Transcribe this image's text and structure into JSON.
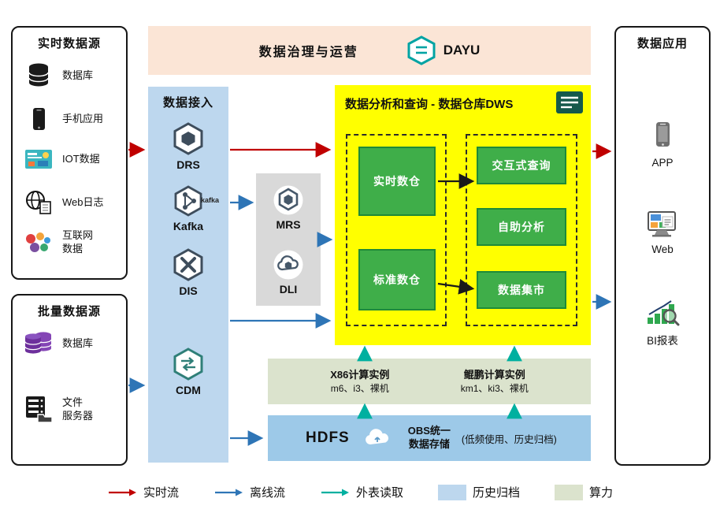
{
  "banner": {
    "title": "数据治理与运营",
    "product": "DAYU",
    "icon": "dayu-icon"
  },
  "realtime_sources": {
    "title": "实时数据源",
    "items": [
      {
        "label": "数据库",
        "icon": "database-icon"
      },
      {
        "label": "手机应用",
        "icon": "smartphone-icon"
      },
      {
        "label": "IOT数据",
        "icon": "iot-icon"
      },
      {
        "label": "Web日志",
        "icon": "globe-document-icon"
      },
      {
        "label": "互联网\n数据",
        "icon": "internet-data-icon"
      }
    ]
  },
  "batch_sources": {
    "title": "批量数据源",
    "items": [
      {
        "label": "数据库",
        "icon": "database-purple-icon"
      },
      {
        "label": "文件\n服务器",
        "icon": "file-server-icon"
      }
    ]
  },
  "ingestion": {
    "title": "数据接入",
    "items": [
      {
        "label": "DRS",
        "icon": "drs-hexagon-icon"
      },
      {
        "label": "Kafka",
        "note": "kafka",
        "icon": "kafka-hexagon-icon"
      },
      {
        "label": "DIS",
        "icon": "dis-hexagon-icon"
      },
      {
        "label": "CDM",
        "icon": "cdm-hexagon-icon"
      }
    ]
  },
  "processing": {
    "items": [
      {
        "label": "MRS",
        "icon": "mrs-hexagon-icon"
      },
      {
        "label": "DLI",
        "icon": "dli-cloud-icon"
      }
    ]
  },
  "dws": {
    "title": "数据分析和查询 - 数据仓库DWS",
    "icon": "document-icon",
    "warehouses": [
      {
        "label": "实时数仓"
      },
      {
        "label": "标准数仓"
      }
    ],
    "services": [
      {
        "label": "交互式查询"
      },
      {
        "label": "自助分析"
      },
      {
        "label": "数据集市"
      }
    ]
  },
  "compute": {
    "x86_title": "X86计算实例",
    "x86_sub": "m6、i3、裸机",
    "kunpeng_title": "鲲鹏计算实例",
    "kunpeng_sub": "km1、ki3、裸机"
  },
  "storage": {
    "hdfs": "HDFS",
    "obs": "OBS统一\n数据存储",
    "note": "(低频使用、历史归档)",
    "icon": "obs-cloud-icon"
  },
  "applications": {
    "title": "数据应用",
    "items": [
      {
        "label": "APP",
        "icon": "smartphone-icon"
      },
      {
        "label": "Web",
        "icon": "browser-icon"
      },
      {
        "label": "BI报表",
        "icon": "bi-chart-icon"
      }
    ]
  },
  "legend": {
    "realtime": "实时流",
    "offline": "离线流",
    "external": "外表读取",
    "archive": "历史归档",
    "compute": "算力"
  },
  "colors": {
    "realtime_flow": "#c00000",
    "offline_flow": "#2e75b6",
    "external_flow": "#00b0a0",
    "archive_fill": "#bdd7ee",
    "compute_fill": "#dbe3cd",
    "dws_fill": "#ffff00",
    "warehouse_green": "#3fae49",
    "ingestion_fill": "#bdd7ee",
    "banner_fill": "#fbe5d6"
  }
}
